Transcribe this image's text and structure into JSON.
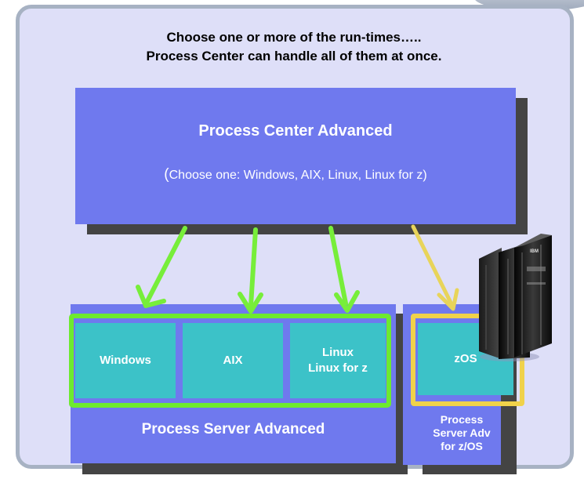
{
  "title": {
    "line1": "Choose one or more of the run-times…..",
    "line2": "Process Center can handle all of them at once."
  },
  "process_center": {
    "title": "Process Center Advanced",
    "paren": "(",
    "subtitle": "Choose one: Windows, AIX, Linux, Linux for z)"
  },
  "process_server": {
    "label": "Process Server Advanced",
    "runtimes": {
      "windows": "Windows",
      "aix": "AIX",
      "linux_line1": "Linux",
      "linux_line2": "Linux for z"
    }
  },
  "zos_server": {
    "runtime": "zOS",
    "label_line1": "Process",
    "label_line2": "Server Adv",
    "label_line3": "for z/OS"
  },
  "mainframe": {
    "brand": "IBM"
  },
  "colors": {
    "background_panel": "#dedff8",
    "box_blue": "#6f79ee",
    "runtime_teal": "#3cc2c8",
    "highlight_green": "#6dea2f",
    "highlight_yellow": "#f0d24a",
    "green_arrow": "#77ee3a",
    "yellow_arrow": "#e8d45a"
  }
}
